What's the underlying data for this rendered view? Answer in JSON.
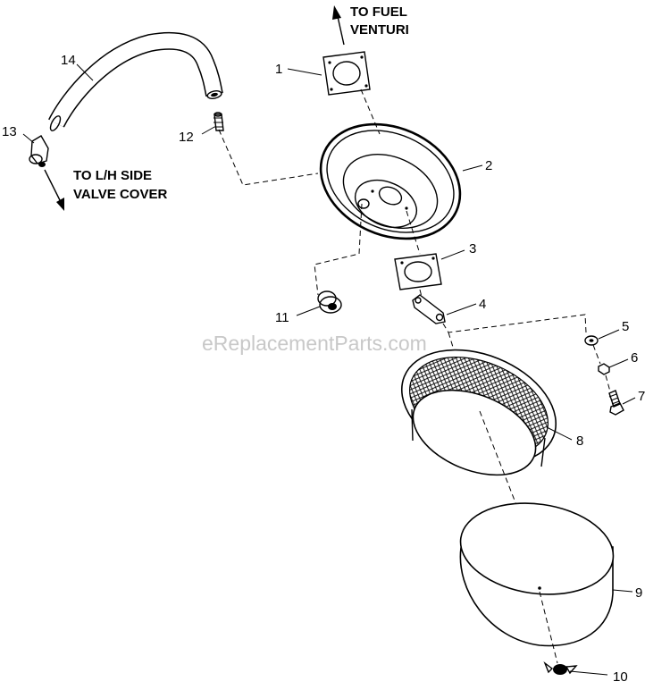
{
  "watermark": "eReplacementParts.com",
  "notes": {
    "fuel_line1": "TO FUEL",
    "fuel_line2": "VENTURI",
    "valve_line1": "TO L/H SIDE",
    "valve_line2": "VALVE COVER"
  },
  "callouts": {
    "c1": "1",
    "c2": "2",
    "c3": "3",
    "c4": "4",
    "c5": "5",
    "c6": "6",
    "c7": "7",
    "c8": "8",
    "c9": "9",
    "c10": "10",
    "c11": "11",
    "c12": "12",
    "c13": "13",
    "c14": "14"
  }
}
